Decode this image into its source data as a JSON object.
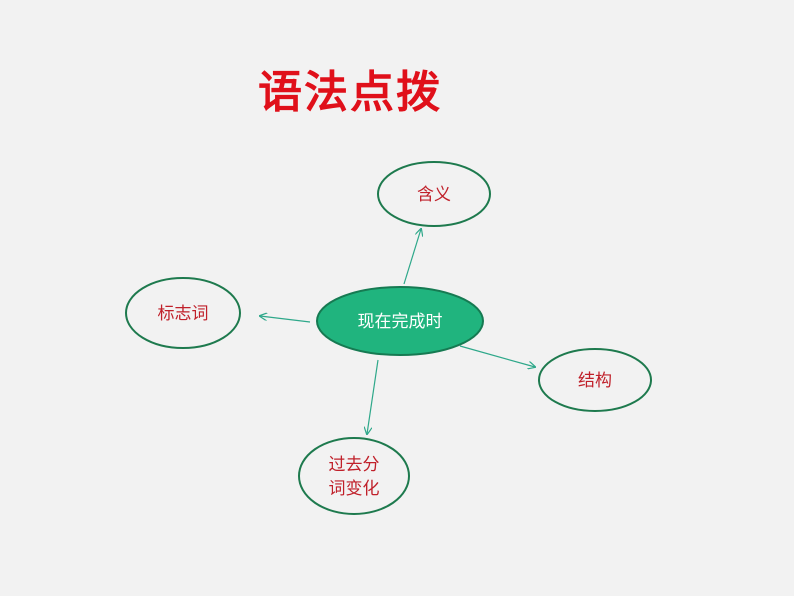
{
  "title": "语法点拨",
  "colors": {
    "title": "#e0101a",
    "node_text": "#c0202a",
    "ellipse_stroke": "#1e7a4e",
    "center_fill": "#20b47e",
    "center_stroke": "#167a52",
    "center_text": "#ffffff",
    "arrow": "#2ea88a",
    "background": "#f2f2f2"
  },
  "center": {
    "label": "现在完成时"
  },
  "nodes": {
    "meaning": {
      "label": "含义"
    },
    "signal_words": {
      "label": "标志词"
    },
    "structure": {
      "label": "结构"
    },
    "participle": {
      "line1": "过去分",
      "line2": "词变化"
    }
  }
}
